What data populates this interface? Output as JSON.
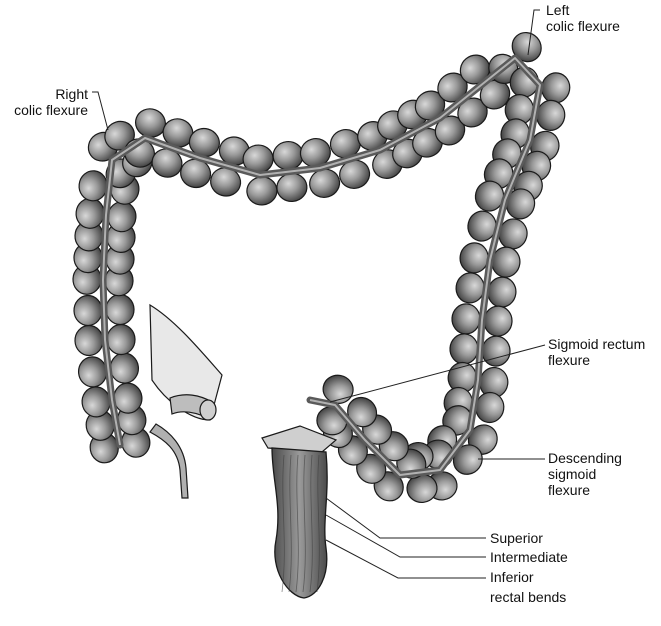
{
  "labels": {
    "left_colic": [
      "Left",
      "colic flexure"
    ],
    "right_colic": [
      "Right",
      "colic flexure"
    ],
    "sigmoid_rectum": [
      "Sigmoid rectum",
      "flexure"
    ],
    "descending_sigmoid": [
      "Descending",
      "sigmoid",
      "flexure"
    ],
    "superior": "Superior",
    "intermediate": "Intermediate",
    "inferior": "Inferior",
    "rectal_bends": "rectal bends"
  },
  "colors": {
    "haustra_fill": "#8c8c8c",
    "haustra_dark": "#3a3a3a",
    "haustra_light": "#d6d6d6",
    "outline": "#1a1a1a",
    "band": "#5a5a5a",
    "leader": "#222222"
  }
}
